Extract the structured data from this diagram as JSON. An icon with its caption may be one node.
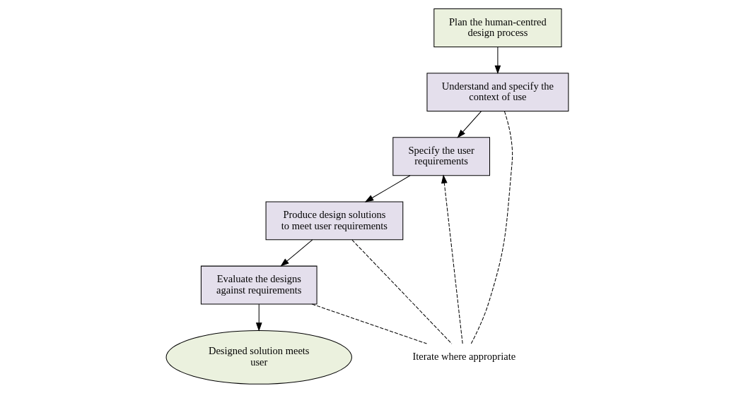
{
  "diagram": {
    "nodes": [
      {
        "text": [
          "Plan the human-centred design process"
        ]
      },
      {
        "text": [
          "Designed solution meets user"
        ]
      },
      {
        "text": [
          "Understand and specify the context of use"
        ]
      },
      {
        "text": [
          "Iterate where appropriate"
        ]
      },
      {
        "text": [
          "Evaluate the designs against requirements"
        ]
      },
      {
        "text": [
          "Specify the user requirements"
        ]
      },
      {
        "text": [
          "Produce design solutions to meet user requirements"
        ]
      }
    ],
    "edges": [
      {
        "from": 0,
        "to": 2,
        "arrow": "to"
      },
      {
        "from": 2,
        "to": 5,
        "arrow": "to"
      },
      {
        "from": 5,
        "to": 6,
        "arrow": "to"
      },
      {
        "from": 6,
        "to": 4,
        "arrow": "to"
      },
      {
        "from": 4,
        "to": 1,
        "arrow": "to"
      },
      {
        "from": 4,
        "to": 3,
        "arrow": "none",
        "style": "dashed"
      },
      {
        "from": 3,
        "to": 2,
        "arrow": "none",
        "style": "dashed"
      },
      {
        "from": 3,
        "to": 5,
        "arrow": "to",
        "style": "dashed"
      },
      {
        "from": 6,
        "to": 3,
        "arrow": "none",
        "style": "dashed"
      }
    ]
  }
}
